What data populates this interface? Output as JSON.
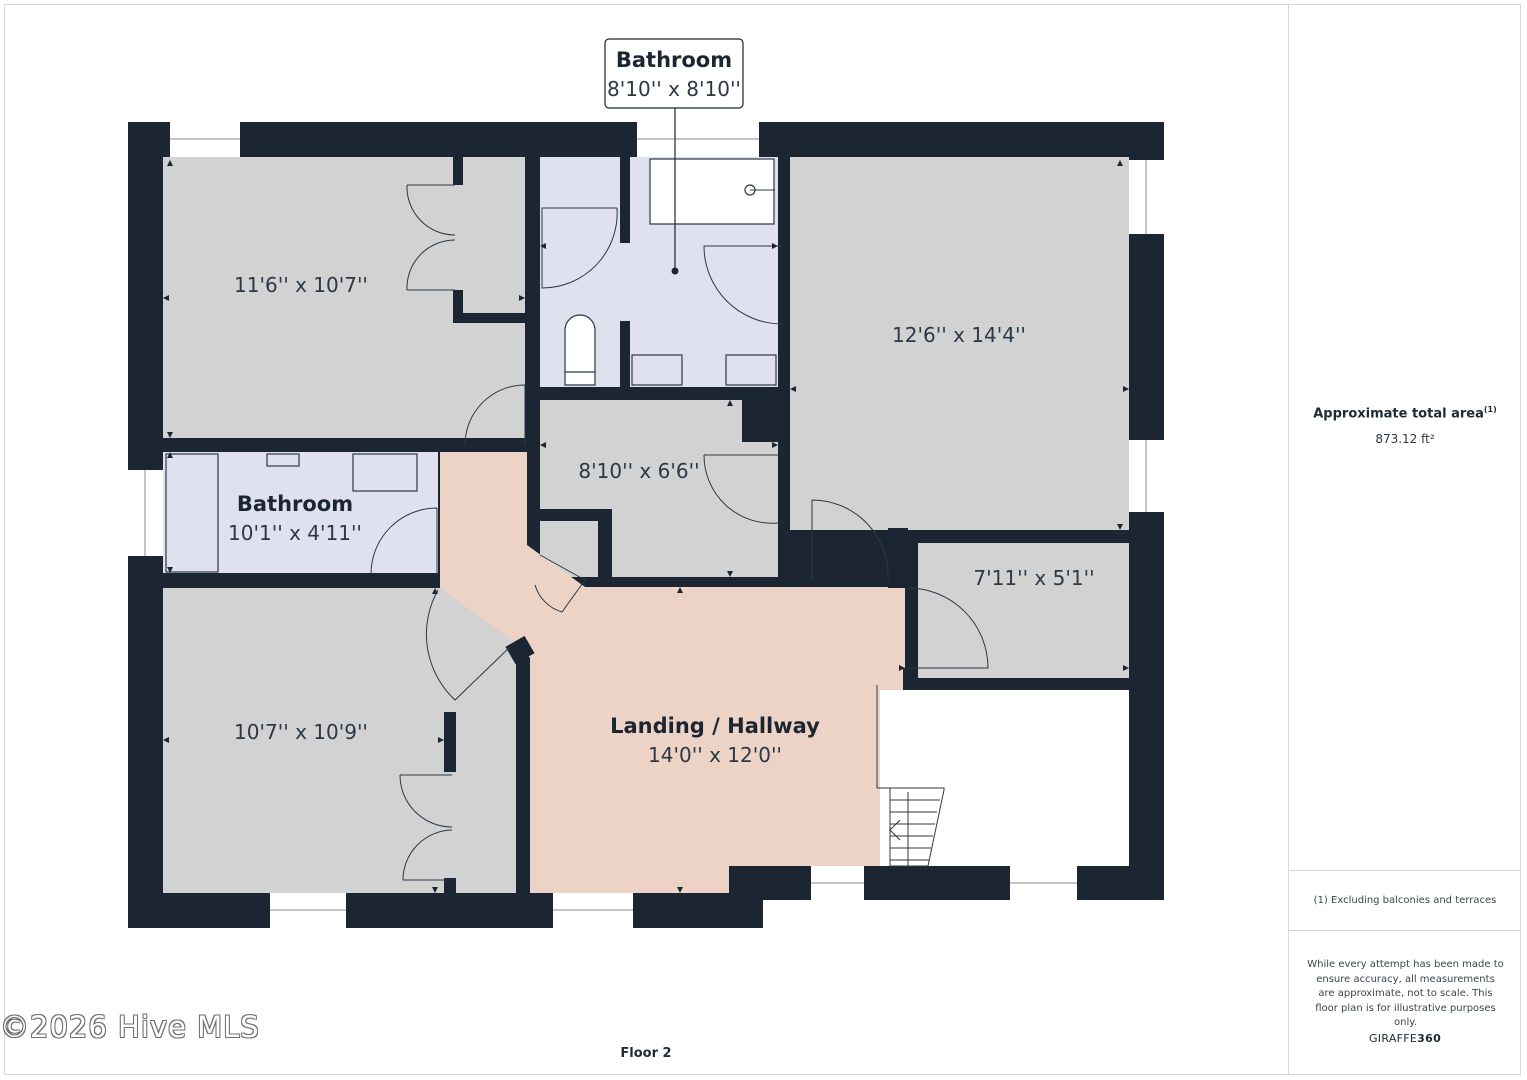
{
  "rooms": {
    "bathroom_top": {
      "name": "Bathroom",
      "dims": "8'10'' x 8'10''"
    },
    "bedroom_top_left": {
      "dims": "11'6'' x 10'7''"
    },
    "bedroom_right": {
      "dims": "12'6'' x 14'4''"
    },
    "room_middle": {
      "dims": "8'10'' x 6'6''"
    },
    "bathroom_left": {
      "name": "Bathroom",
      "dims": "10'1'' x 4'11''"
    },
    "room_small_right": {
      "dims": "7'11'' x 5'1''"
    },
    "bedroom_bottom_left": {
      "dims": "10'7'' x 10'9''"
    },
    "landing": {
      "name": "Landing / Hallway",
      "dims": "14'0'' x 12'0''"
    }
  },
  "sidebar": {
    "area_title": "Approximate total area",
    "area_sup": "(1)",
    "area_value": "873.12 ft²",
    "footnote": "(1) Excluding balconies and terraces",
    "disclaimer": "While every attempt has been made to ensure accuracy, all measurements are approximate, not to scale. This floor plan is for illustrative purposes only.",
    "brand_light": "GIRAFFE",
    "brand_bold": "360"
  },
  "floor_label": "Floor 2",
  "watermark": "©2026 Hive MLS",
  "colors": {
    "wall": "#1c2633",
    "room_gray": "#d2d2d2",
    "bath_blue": "#dfe2ee",
    "landing": "#ecd3c6",
    "window": "#ffffff"
  }
}
